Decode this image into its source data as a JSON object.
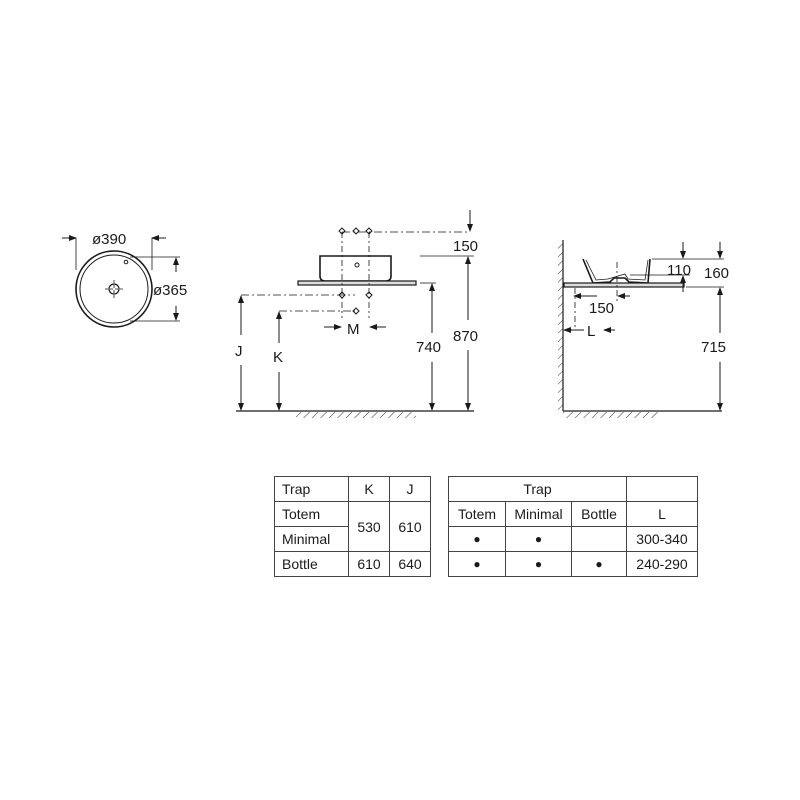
{
  "dimensions": {
    "d390": "ø390",
    "d365": "ø365",
    "h150_front": "150",
    "h740": "740",
    "h870": "870",
    "lbl_J": "J",
    "lbl_K": "K",
    "lbl_M": "M",
    "h110": "110",
    "h160": "160",
    "w150_side": "150",
    "lbl_L": "L",
    "h715": "715"
  },
  "table_left": {
    "headers": [
      "Trap",
      "K",
      "J"
    ],
    "row_totem": "Totem",
    "row_minimal": "Minimal",
    "row_bottle": "Bottle",
    "totem_minimal_K": "530",
    "totem_minimal_J": "610",
    "bottle_K": "610",
    "bottle_J": "640"
  },
  "table_right": {
    "trap_header": "Trap",
    "sub_headers": [
      "Totem",
      "Minimal",
      "Bottle"
    ],
    "l_header": "L",
    "dot": "●",
    "row1_L": "300-340",
    "row2_L": "240-290"
  }
}
